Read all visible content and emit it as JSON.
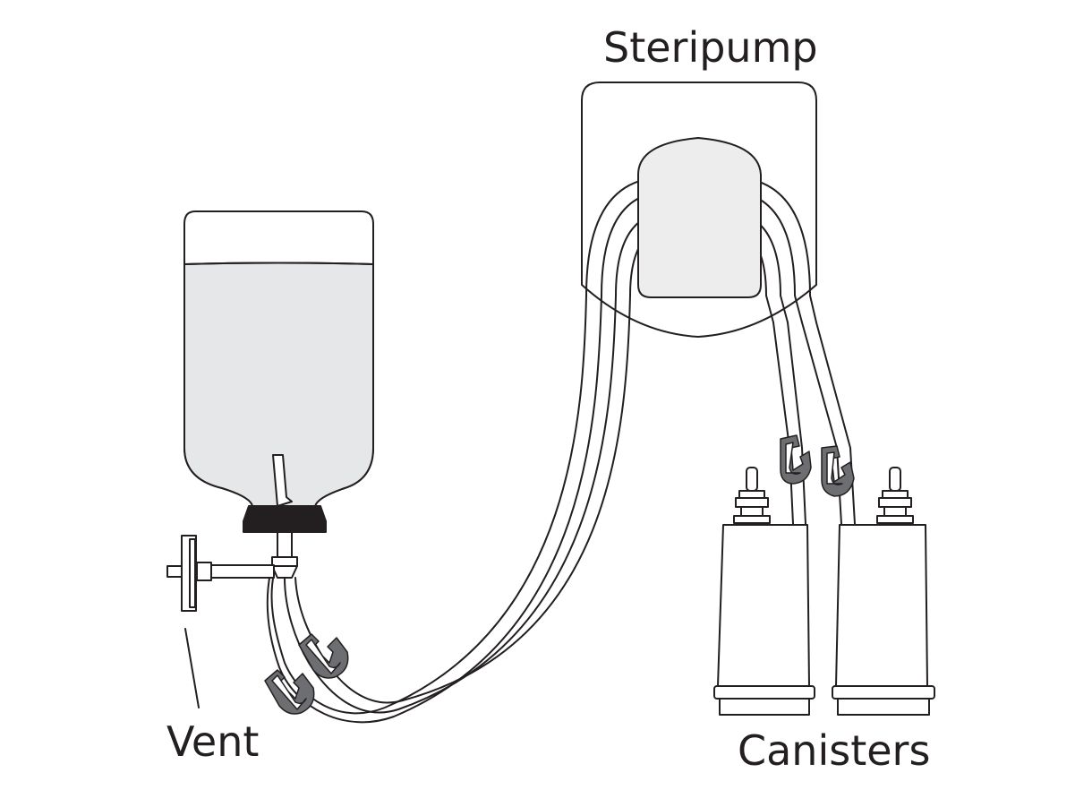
{
  "labels": {
    "pump": "Steripump",
    "vent": "Vent",
    "canisters": "Canisters"
  },
  "colors": {
    "outline": "#231f20",
    "fill_light": "#ededed",
    "liquid": "#e6e7e8",
    "cap": "#231f20",
    "clamp": "#6d6e71",
    "background": "#ffffff"
  }
}
